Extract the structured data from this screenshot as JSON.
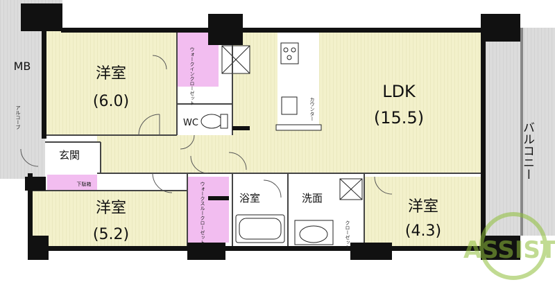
{
  "rooms": {
    "western_room_1": {
      "label": "洋室",
      "size": "(6.0)"
    },
    "ldk": {
      "label": "LDK",
      "size": "(15.5)"
    },
    "western_room_2": {
      "label": "洋室",
      "size": "(5.2)"
    },
    "western_room_3": {
      "label": "洋室",
      "size": "(4.3)"
    },
    "wc": "WC",
    "entrance": "玄関",
    "bathroom": "浴室",
    "washroom": "洗面"
  },
  "small_labels": {
    "walk_in_closet": "ウォークインクローゼット",
    "walk_through_closet": "ウォークスルークローゼット",
    "counter": "カウンター",
    "closet": "クローゼット",
    "shoe_box": "下駄箱",
    "alcove": "アルコーブ",
    "mb": "MB"
  },
  "balcony": "バルコニー",
  "watermark": "ASSIST",
  "colors": {
    "room_floor": "#f3f1cb",
    "closet": "#f2bdf0",
    "wet_area": "#ffffff",
    "balcony": "#d6d6d6",
    "wall": "#111111",
    "watermark": "#8fbf3a"
  }
}
